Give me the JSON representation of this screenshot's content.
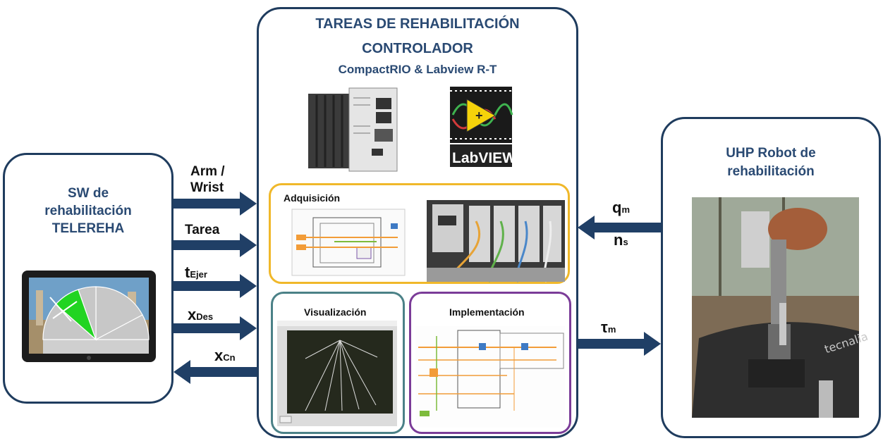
{
  "left_panel": {
    "title_lines": [
      "SW de",
      "rehabilitación",
      "TELEREHA"
    ]
  },
  "center_panel": {
    "title_line1": "TAREAS DE REHABILITACIÓN",
    "title_line2": "CONTROLADOR",
    "title_line3": "CompactRIO & Labview R-T",
    "labview_logo_text": "LabVIEW",
    "acquisition_title": "Adquisición",
    "visualization_title": "Visualización",
    "implementation_title": "Implementación"
  },
  "right_panel": {
    "title_bold": "UHP",
    "title_rest": " Robot de",
    "title_line2": "rehabilitación",
    "robot_brand": "tecnalia"
  },
  "inputs": [
    {
      "main": "Arm /",
      "line2": "Wrist"
    },
    {
      "main": "Tarea"
    },
    {
      "main": "t",
      "sub": "Ejer"
    },
    {
      "main": "x",
      "sub": "Des"
    }
  ],
  "output_left": {
    "main": "x",
    "sub": "Cn"
  },
  "right_inputs": {
    "q_main": "q",
    "q_sub": "m",
    "n_main": "n",
    "n_sub": "s"
  },
  "right_output": {
    "main": "τ",
    "sub": "m"
  },
  "colors": {
    "border": "#1f3c5e",
    "title": "#2a4a73",
    "arrow": "#203f66",
    "acquisition_border": "#f0b82a",
    "visualization_border": "#4b8187",
    "implementation_border": "#7b3c98"
  }
}
